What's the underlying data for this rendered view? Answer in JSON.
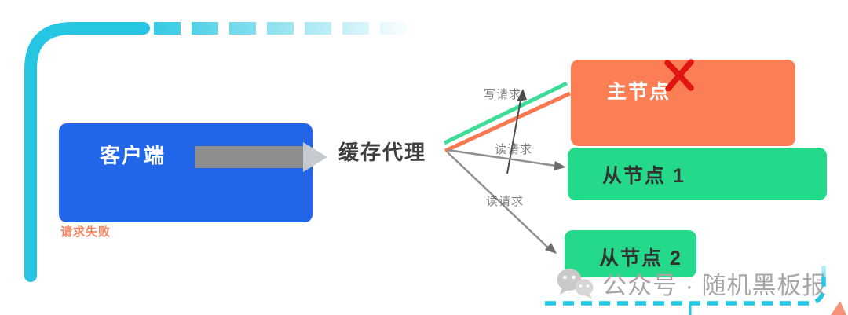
{
  "diagram": {
    "type": "architecture-failover-diagram",
    "nodes": {
      "client": {
        "label": "客户端"
      },
      "proxy": {
        "label": "缓存代理"
      },
      "master": {
        "label": "主节点",
        "mark": "✕"
      },
      "slave1": {
        "label": "从节点 1"
      },
      "slave2": {
        "label": "从节点 2"
      }
    },
    "edges": {
      "proxy_to_master": {
        "label": "写请求"
      },
      "proxy_to_slave1": {
        "label": "读请求"
      },
      "proxy_to_slave2": {
        "label": "读请求"
      }
    },
    "annotations": {
      "client_note": "请求失败"
    }
  },
  "watermark": {
    "icon": "wechat-icon",
    "text": "公众号 · 随机黑板报"
  },
  "colors": {
    "cyan_accent": "#26C6E2",
    "client_blue": "#2166E8",
    "master_orange": "#FB7E55",
    "slave_green": "#25D98B",
    "fail_red": "#E11414",
    "arrow_gray": "#8E8E8E",
    "arrowhead_light": "#C6CAD0",
    "edge_green": "#3DDC97",
    "edge_orange": "#F97850",
    "label_gray": "#7C7C7C",
    "watermark_gray": "#A7A7A7",
    "note_salmon": "#F4764E"
  }
}
